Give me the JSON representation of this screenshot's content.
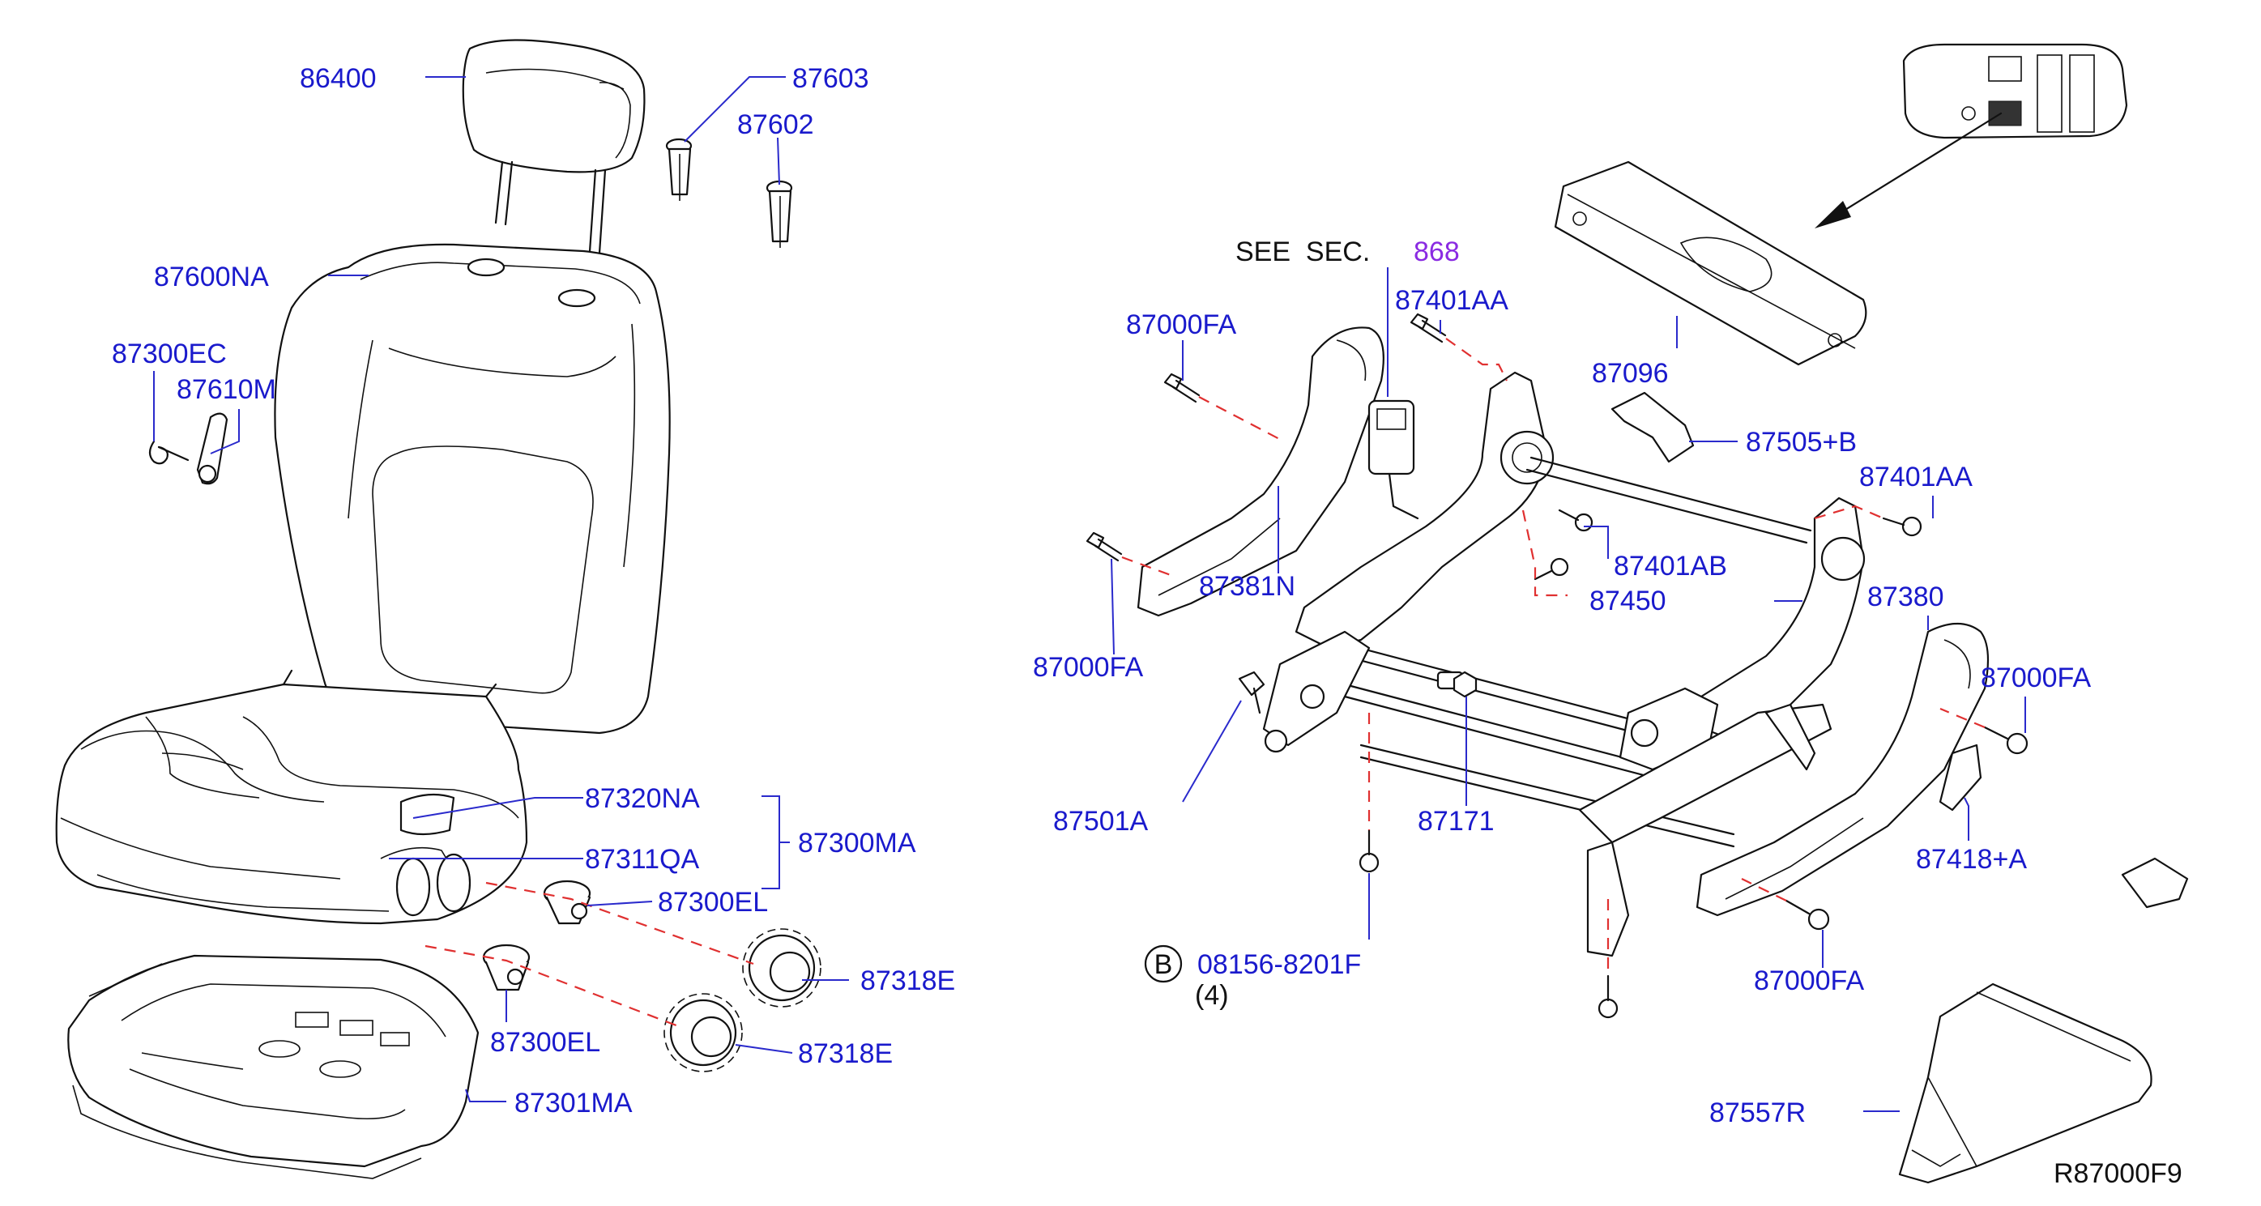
{
  "diagram": {
    "parts": [
      {
        "id": "p86400",
        "text": "86400"
      },
      {
        "id": "p87603",
        "text": "87603"
      },
      {
        "id": "p87602",
        "text": "87602"
      },
      {
        "id": "p87600NA",
        "text": "87600NA"
      },
      {
        "id": "p87300EC",
        "text": "87300EC"
      },
      {
        "id": "p87610M",
        "text": "87610M"
      },
      {
        "id": "p87320NA",
        "text": "87320NA"
      },
      {
        "id": "p87311QA",
        "text": "87311QA"
      },
      {
        "id": "p87300MA",
        "text": "87300MA"
      },
      {
        "id": "p87300EL_a",
        "text": "87300EL"
      },
      {
        "id": "p87300EL_b",
        "text": "87300EL"
      },
      {
        "id": "p87318E_a",
        "text": "87318E"
      },
      {
        "id": "p87318E_b",
        "text": "87318E"
      },
      {
        "id": "p87301MA",
        "text": "87301MA"
      },
      {
        "id": "p87000FA_a",
        "text": "87000FA"
      },
      {
        "id": "p87000FA_b",
        "text": "87000FA"
      },
      {
        "id": "p87000FA_c",
        "text": "87000FA"
      },
      {
        "id": "p87000FA_d",
        "text": "87000FA"
      },
      {
        "id": "p87401AA_a",
        "text": "87401AA"
      },
      {
        "id": "p87401AA_b",
        "text": "87401AA"
      },
      {
        "id": "p87401AB",
        "text": "87401AB"
      },
      {
        "id": "p87096",
        "text": "87096"
      },
      {
        "id": "p87505B",
        "text": "87505+B"
      },
      {
        "id": "p87381N",
        "text": "87381N"
      },
      {
        "id": "p87450",
        "text": "87450"
      },
      {
        "id": "p87380",
        "text": "87380"
      },
      {
        "id": "p87501A",
        "text": "87501A"
      },
      {
        "id": "p87171",
        "text": "87171"
      },
      {
        "id": "p87418A",
        "text": "87418+A"
      },
      {
        "id": "p08156",
        "text": "08156-8201F"
      },
      {
        "id": "p87557R",
        "text": "87557R"
      }
    ],
    "see_sec": {
      "prefix": "SEE  SEC.",
      "number": "868"
    },
    "qty_note": "(4)",
    "callout_letter": "B",
    "figure_code": "R87000F9",
    "colors": {
      "label": "#1a1acc",
      "line": "#111111",
      "dashed": "#e03030",
      "section_ref": "#8a2be2"
    }
  }
}
